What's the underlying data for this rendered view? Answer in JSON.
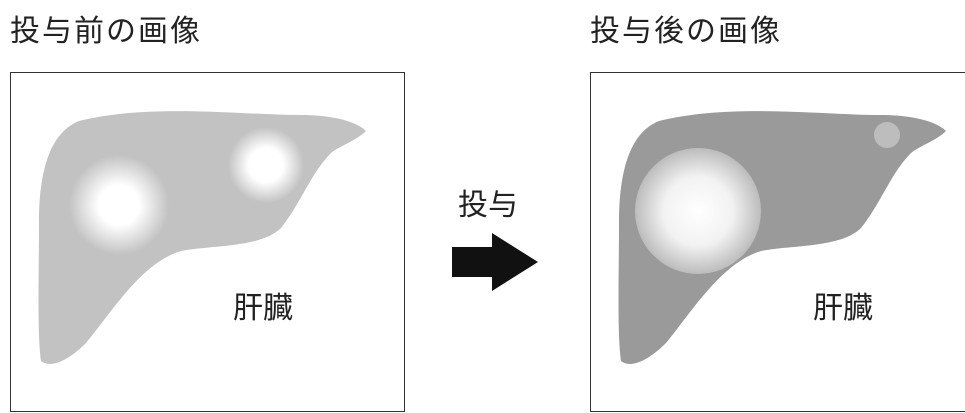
{
  "before": {
    "title": "投与前の画像",
    "organ_label": "肝臓"
  },
  "after": {
    "title": "投与後の画像",
    "organ_label": "肝臓"
  },
  "transition": {
    "label": "投与"
  },
  "colors": {
    "liver_before": "#c2c2c2",
    "liver_after": "#9a9a9a",
    "lesion_center": "#ffffff",
    "arrow": "#111111"
  }
}
